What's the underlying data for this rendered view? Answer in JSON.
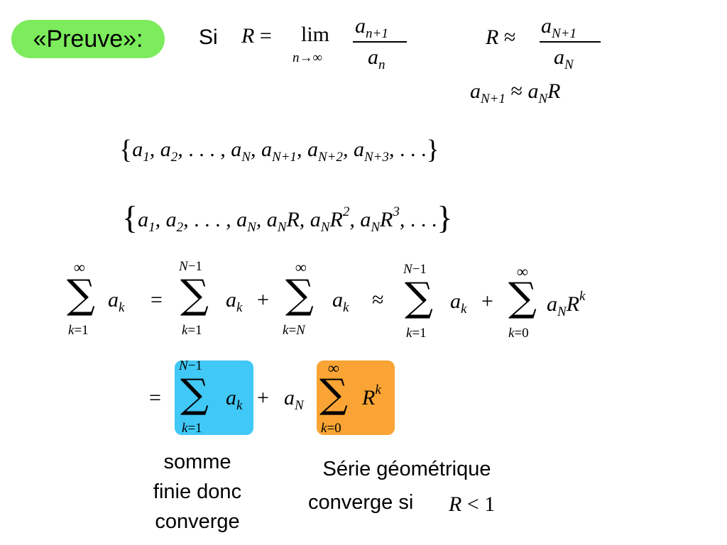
{
  "badge": {
    "label": "«Preuve»:"
  },
  "si": {
    "label": "Si"
  },
  "notes": {
    "finite_line1": "somme",
    "finite_line2": "finie donc",
    "finite_line3": "converge",
    "geo_line1": "Série géométrique",
    "geo_line2": "converge si"
  },
  "colors": {
    "badge": "#7CEB5C",
    "blue_box": "#40C8F6",
    "orange_box": "#F9A434"
  }
}
